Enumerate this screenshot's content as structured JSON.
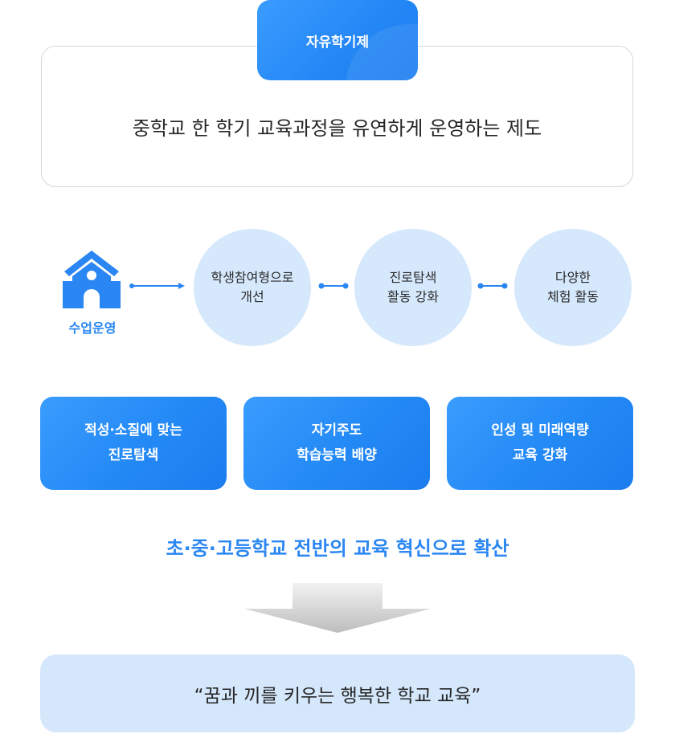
{
  "definition": {
    "tab_label": "자유학기제",
    "description": "중학교 한 학기 교육과정을 유연하게 운영하는 제도"
  },
  "operation": {
    "label": "수업운영",
    "icon": "school-house-icon",
    "steps": [
      {
        "line1": "학생참여형으로",
        "line2": "개선"
      },
      {
        "line1": "진로탐색",
        "line2": "활동 강화"
      },
      {
        "line1": "다양한",
        "line2": "체험 활동"
      }
    ]
  },
  "goals": [
    {
      "line1": "적성·소질에 맞는",
      "line2": "진로탐색"
    },
    {
      "line1": "자기주도",
      "line2": "학습능력 배양"
    },
    {
      "line1": "인성 및 미래역량",
      "line2": "교육 강화"
    }
  ],
  "expansion": "초·중·고등학교 전반의 교육 혁신으로 확산",
  "slogan": "“꿈과 끼를 키우는 행복한 학교 교육”",
  "colors": {
    "primary": "#2386f5",
    "light": "#d6e8fc",
    "border": "#d4d7dc",
    "arrow": "#c9c9c9"
  }
}
